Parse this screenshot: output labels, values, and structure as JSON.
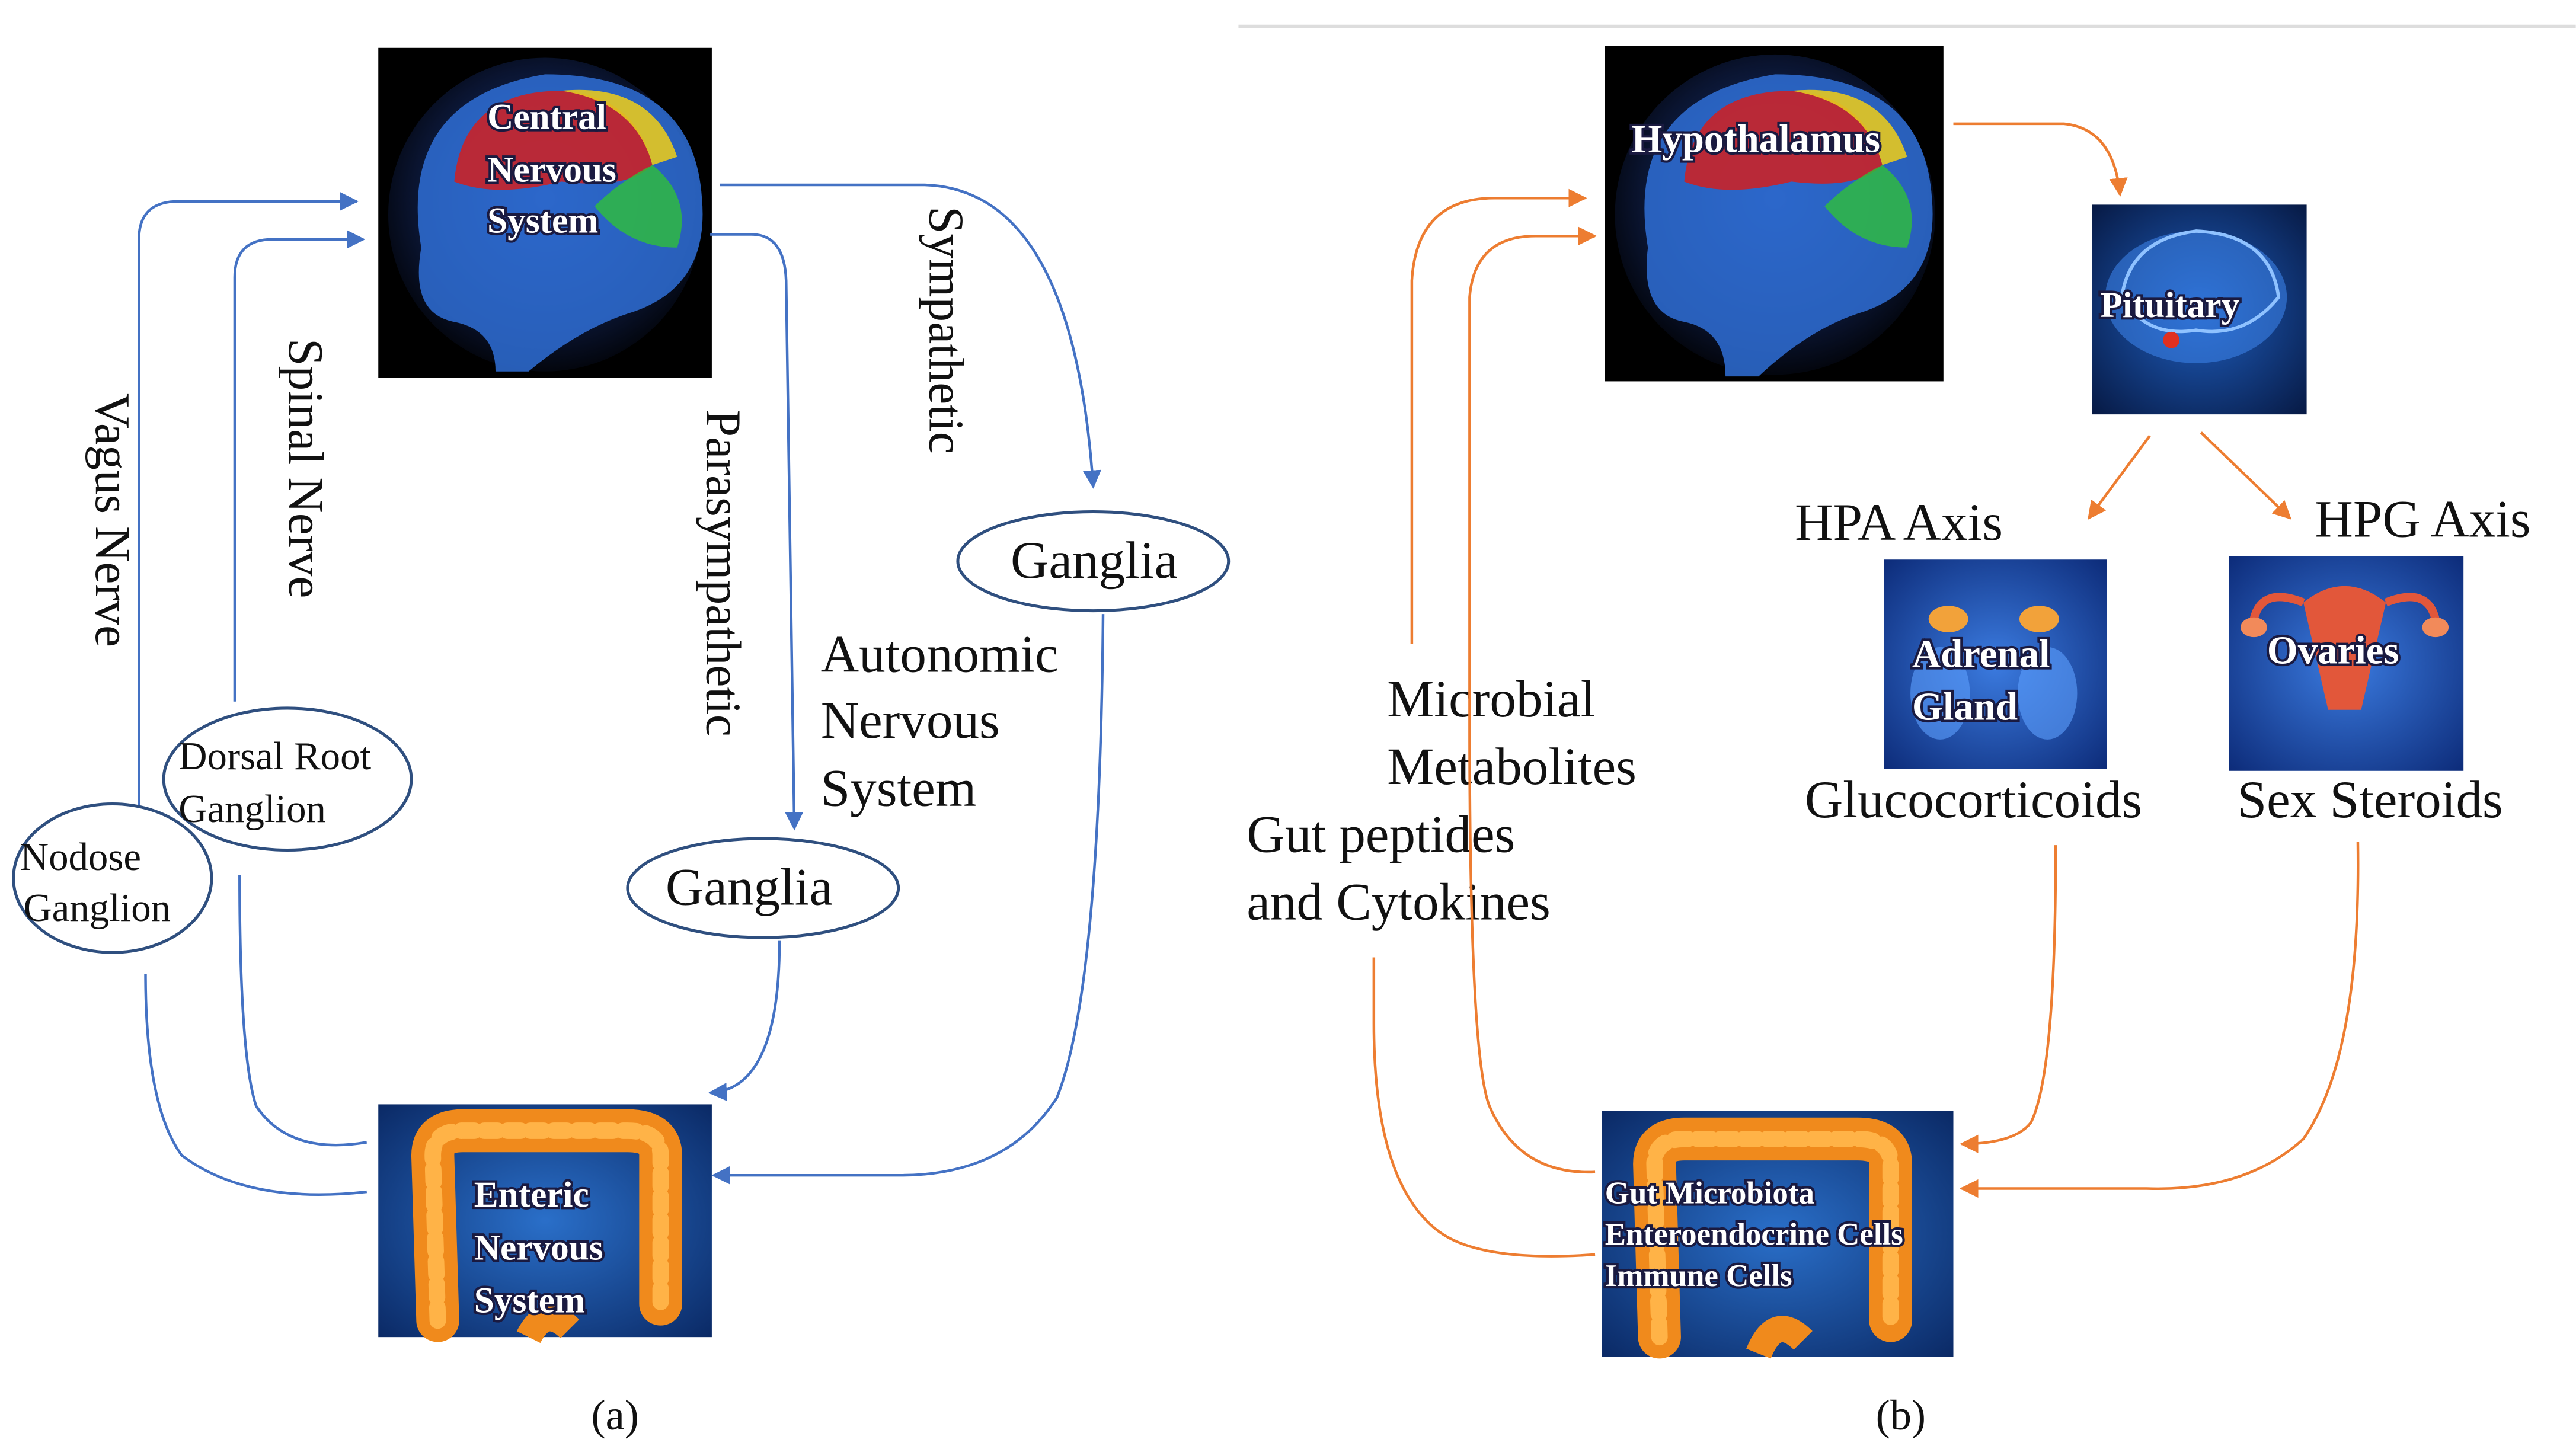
{
  "colors": {
    "arrow_a": "#4472C4",
    "arrow_b": "#ED7D31",
    "text": "#111111",
    "ellipse_stroke": "#2F4F7F"
  },
  "panel_a": {
    "caption": "(a)",
    "cns_label": [
      "Central",
      "Nervous",
      "System"
    ],
    "ens_label": [
      "Enteric",
      "Nervous",
      "System"
    ],
    "vagus_nerve": "Vagus Nerve",
    "spinal_nerve": "Spinal Nerve",
    "parasympathetic": "Parasympathetic",
    "sympathetic": "Sympathetic",
    "autonomic": [
      "Autonomic",
      "Nervous",
      "System"
    ],
    "ganglia_upper": "Ganglia",
    "ganglia_lower": "Ganglia",
    "dorsal_root": [
      "Dorsal Root",
      "Ganglion"
    ],
    "nodose": [
      "Nodose",
      "Ganglion"
    ]
  },
  "panel_b": {
    "caption": "(b)",
    "hypothalamus": "Hypothalamus",
    "pituitary": "Pituitary",
    "hpa_axis": "HPA Axis",
    "hpg_axis": "HPG Axis",
    "adrenal": [
      "Adrenal",
      "Gland"
    ],
    "ovaries": "Ovaries",
    "glucocorticoids": "Glucocorticoids",
    "sex_steroids": "Sex Steroids",
    "microbial_metabolites": [
      "Microbial",
      "Metabolites"
    ],
    "gut_peptides": [
      "Gut peptides",
      "and Cytokines"
    ],
    "gut_box": [
      "Gut Microbiota",
      "Enteroendocrine Cells",
      "Immune Cells"
    ]
  }
}
